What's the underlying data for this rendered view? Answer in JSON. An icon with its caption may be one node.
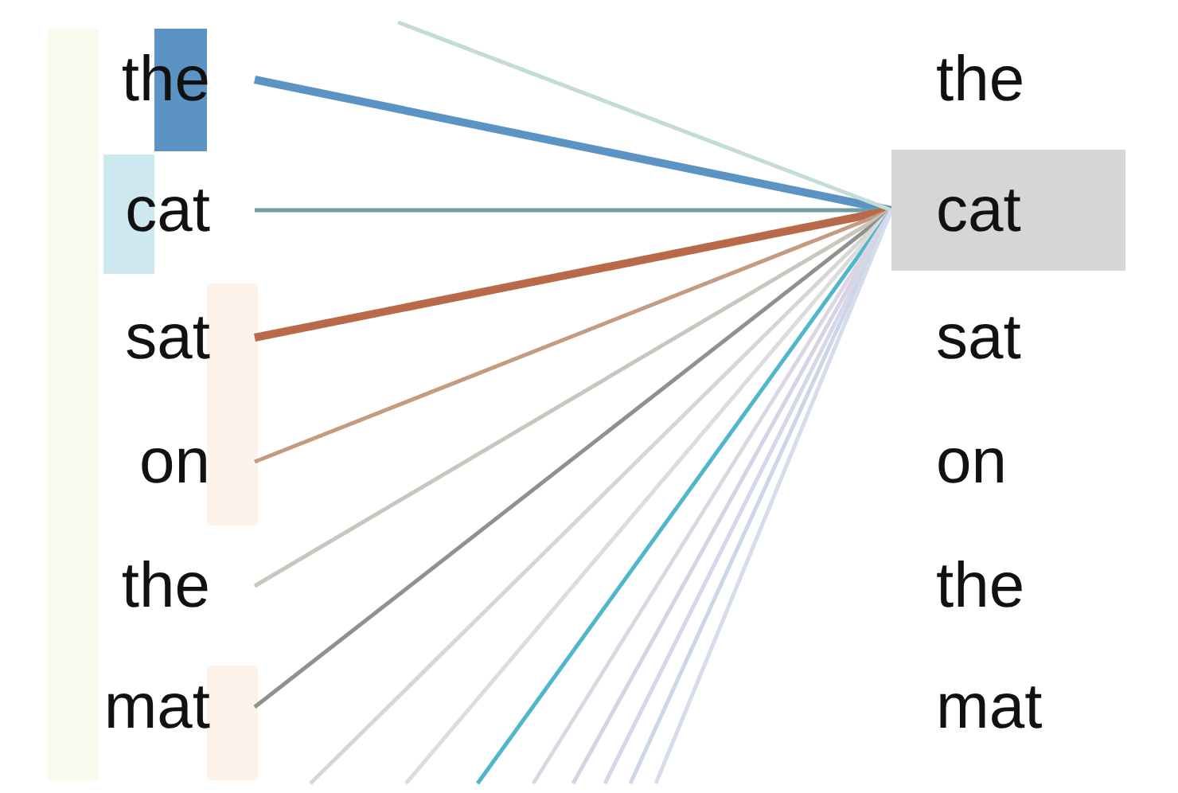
{
  "diagram": {
    "nodes": [
      {
        "text": [
          "the"
        ]
      },
      {
        "text": [
          "cat"
        ]
      },
      {
        "text": [
          "sat"
        ]
      },
      {
        "text": [
          "on"
        ]
      },
      {
        "text": [
          "the"
        ]
      },
      {
        "text": [
          "mat"
        ]
      },
      {
        "text": [
          "the"
        ]
      },
      {
        "text": [
          "cat"
        ]
      },
      {
        "text": [
          "sat"
        ]
      },
      {
        "text": [
          "on"
        ]
      },
      {
        "text": [
          "the"
        ]
      },
      {
        "text": [
          "mat"
        ]
      }
    ],
    "edges": [
      {
        "from": 0,
        "to": 7,
        "arrow": "none",
        "style": "thick",
        "color": "#5b93c4"
      },
      {
        "from": 1,
        "to": 7,
        "arrow": "none",
        "color": "#6f9ea6"
      },
      {
        "from": 2,
        "to": 7,
        "arrow": "none",
        "style": "thick",
        "color": "#b8694a"
      },
      {
        "from": 3,
        "to": 7,
        "arrow": "none",
        "color": "#c49a80"
      },
      {
        "from": 4,
        "to": 7,
        "arrow": "none",
        "color": "#c9c6bf"
      },
      {
        "from": 5,
        "to": 7,
        "arrow": "none",
        "color": "#8e918c"
      },
      {
        "from": null,
        "to": 7,
        "arrow": "none",
        "color": "#c4dcd8"
      },
      {
        "from": null,
        "to": 7,
        "arrow": "none",
        "color": "#d6d6d6"
      },
      {
        "from": null,
        "to": 7,
        "arrow": "none",
        "color": "#dcdcdc"
      },
      {
        "from": null,
        "to": 7,
        "arrow": "none",
        "color": "#4fb6cc"
      },
      {
        "from": null,
        "to": 7,
        "arrow": "none",
        "color": "#dcd6e2"
      },
      {
        "from": null,
        "to": 7,
        "arrow": "none",
        "color": "#d8d2e4"
      },
      {
        "from": null,
        "to": 7,
        "arrow": "none",
        "color": "#d4d8e8"
      },
      {
        "from": null,
        "to": 7,
        "arrow": "none",
        "color": "#ccd6e8"
      },
      {
        "from": null,
        "to": 7,
        "arrow": "none",
        "color": "#d6dcec"
      }
    ]
  }
}
